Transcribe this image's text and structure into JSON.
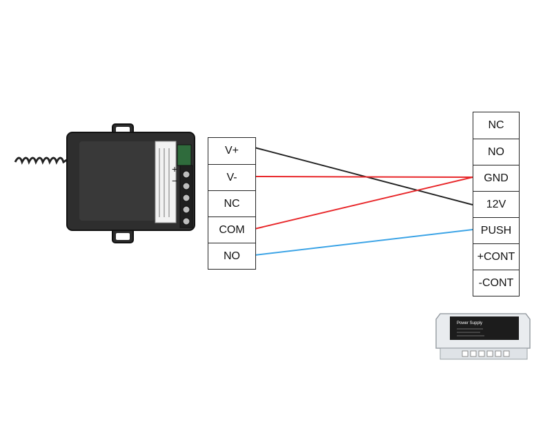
{
  "left_terminal": {
    "labels": [
      "V+",
      "V-",
      "NC",
      "COM",
      "NO"
    ]
  },
  "right_terminal": {
    "labels": [
      "NC",
      "NO",
      "GND",
      "12V",
      "PUSH",
      "+CONT",
      "-CONT"
    ]
  },
  "wires": [
    {
      "from": "V+",
      "to": "12V",
      "color": "#222222"
    },
    {
      "from": "V-",
      "to": "GND",
      "color": "#e8272a"
    },
    {
      "from": "COM",
      "to": "GND",
      "color": "#e8272a"
    },
    {
      "from": "NO",
      "to": "PUSH",
      "color": "#3aa3e6"
    }
  ],
  "receiver": {
    "icon": "rf-receiver-module-icon",
    "markings": [
      "+",
      "−"
    ]
  },
  "power_supply": {
    "icon": "power-supply-icon",
    "label": "Power Supply"
  }
}
